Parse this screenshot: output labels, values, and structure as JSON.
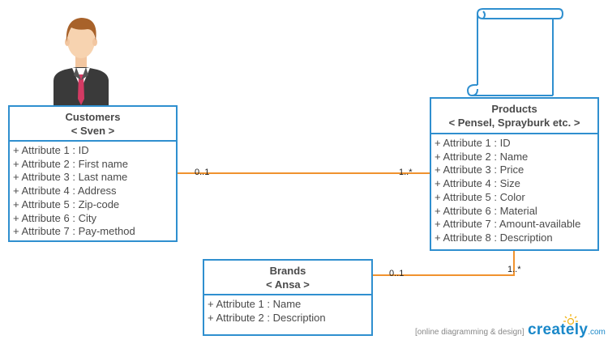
{
  "classes": {
    "customers": {
      "name": "Customers",
      "stereotype": "< Sven >",
      "attributes": [
        "+ Attribute 1 : ID",
        "+ Attribute 2 : First name",
        "+ Attribute 3 : Last name",
        "+ Attribute 4 : Address",
        "+ Attribute 5 : Zip-code",
        "+ Attribute 6 : City",
        "+ Attribute 7 : Pay-method"
      ]
    },
    "products": {
      "name": "Products",
      "stereotype": "< Pensel, Sprayburk etc. >",
      "attributes": [
        "+ Attribute 1 : ID",
        "+ Attribute 2 : Name",
        "+ Attribute 3 : Price",
        "+ Attribute 4 : Size",
        "+ Attribute 5 : Color",
        "+ Attribute 6 : Material",
        "+ Attribute 7 : Amount-available",
        "+ Attribute 8 : Description"
      ]
    },
    "brands": {
      "name": "Brands",
      "stereotype": "< Ansa >",
      "attributes": [
        "+ Attribute 1 : Name",
        "+ Attribute 2 : Description"
      ]
    }
  },
  "associations": {
    "customers_products": {
      "from_mult": "0..1",
      "to_mult": "1..*"
    },
    "brands_products": {
      "from_mult": "0..1",
      "to_mult": "1..*"
    }
  },
  "icons": {
    "customer": "person-icon",
    "product": "scroll-icon"
  },
  "colors": {
    "class_border": "#2f8fcf",
    "association": "#f0922e",
    "brand": "#1a88c9"
  },
  "footer": {
    "tagline": "[online diagramming & design]",
    "logo": "creately",
    "domain": ".com"
  }
}
